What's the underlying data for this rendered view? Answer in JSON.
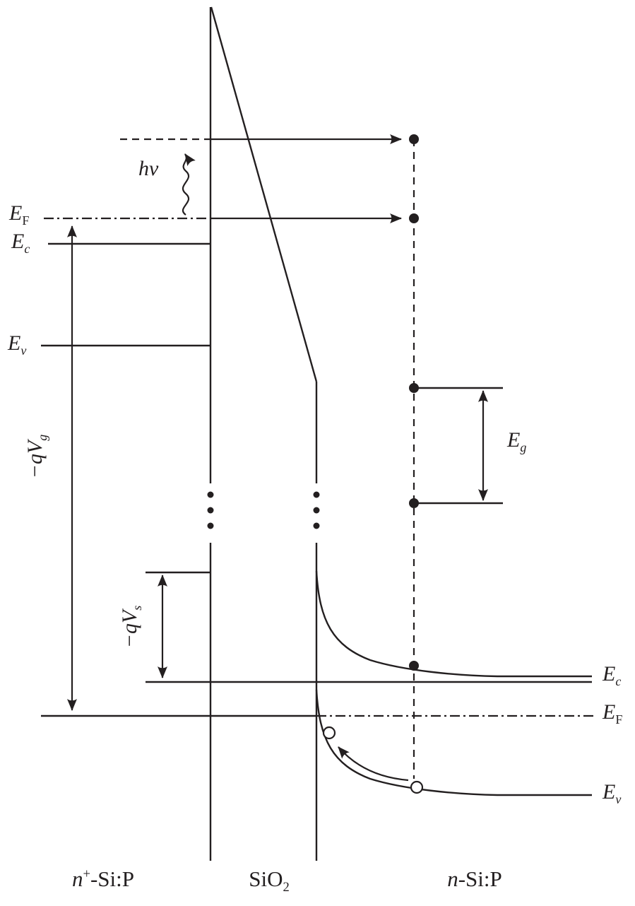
{
  "figure": {
    "ink_color": "#231f20",
    "background_color": "#ffffff",
    "description": "Energy band diagram of an illuminated n+-Si:P / SiO2 / n-Si:P MOS structure under negative gate bias"
  },
  "labels": {
    "photon": "hν",
    "fermi_left": {
      "base": "E",
      "sub": "F"
    },
    "conduction_left": {
      "base": "E",
      "sub": "c"
    },
    "valence_left": {
      "base": "E",
      "sub": "v"
    },
    "gate_voltage": {
      "base": "−qV",
      "sub": "g"
    },
    "band_gap": {
      "base": "E",
      "sub": "g"
    },
    "surface_potential": {
      "base": "−qV",
      "sub": "s"
    },
    "conduction_right": {
      "base": "E",
      "sub": "c"
    },
    "fermi_right": {
      "base": "E",
      "sub": "F"
    },
    "valence_right": {
      "base": "E",
      "sub": "v"
    }
  },
  "regions": {
    "gate": {
      "italic": "n",
      "sup": "+",
      "rest": "-Si:P"
    },
    "oxide": {
      "base": "SiO",
      "sub": "2"
    },
    "semiconductor": {
      "italic": "n",
      "rest": "-Si:P"
    }
  }
}
